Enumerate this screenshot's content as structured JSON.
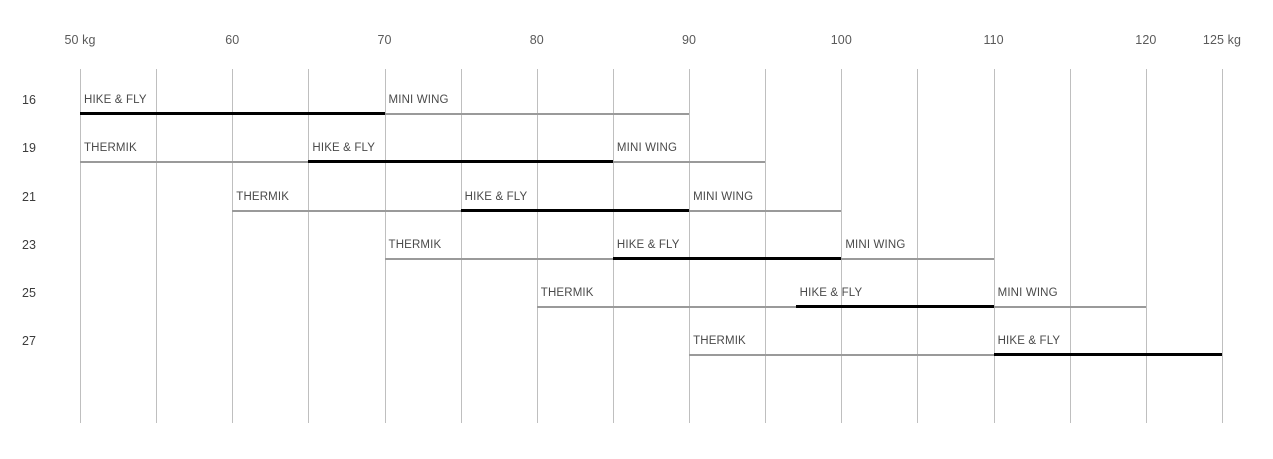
{
  "chart_data": {
    "type": "bar",
    "title": "",
    "subtitle": "",
    "xlabel": "",
    "ylabel": "",
    "xlim": [
      50,
      125
    ],
    "ylim": [
      0,
      6
    ],
    "grid": true,
    "legend_position": "none",
    "x_unit": "kg",
    "x_ticks": [
      50,
      55,
      60,
      65,
      70,
      75,
      80,
      85,
      90,
      95,
      100,
      105,
      110,
      115,
      120,
      125
    ],
    "x_tick_labels": [
      {
        "value": 50,
        "label": "50 kg",
        "shown": true
      },
      {
        "value": 55,
        "label": "",
        "shown": false
      },
      {
        "value": 60,
        "label": "60",
        "shown": true
      },
      {
        "value": 65,
        "label": "",
        "shown": false
      },
      {
        "value": 70,
        "label": "70",
        "shown": true
      },
      {
        "value": 75,
        "label": "",
        "shown": false
      },
      {
        "value": 80,
        "label": "80",
        "shown": true
      },
      {
        "value": 85,
        "label": "",
        "shown": false
      },
      {
        "value": 90,
        "label": "90",
        "shown": true
      },
      {
        "value": 95,
        "label": "",
        "shown": false
      },
      {
        "value": 100,
        "label": "100",
        "shown": true
      },
      {
        "value": 105,
        "label": "",
        "shown": false
      },
      {
        "value": 110,
        "label": "110",
        "shown": true
      },
      {
        "value": 115,
        "label": "",
        "shown": false
      },
      {
        "value": 120,
        "label": "120",
        "shown": true
      },
      {
        "value": 125,
        "label": "125 kg",
        "shown": true
      }
    ],
    "categories": [
      "16",
      "19",
      "21",
      "23",
      "25",
      "27"
    ],
    "series": [
      {
        "name": "THERMIK",
        "style": "extended",
        "color": "#9a9a9a",
        "values": [
          {
            "category": "16",
            "start": null,
            "end": null,
            "label": ""
          },
          {
            "category": "19",
            "start": 50,
            "end": 65,
            "label": "THERMIK"
          },
          {
            "category": "21",
            "start": 60,
            "end": 75,
            "label": "THERMIK"
          },
          {
            "category": "23",
            "start": 70,
            "end": 85,
            "label": "THERMIK"
          },
          {
            "category": "25",
            "start": 80,
            "end": 97,
            "label": "THERMIK"
          },
          {
            "category": "27",
            "start": 90,
            "end": 110,
            "label": "THERMIK"
          }
        ]
      },
      {
        "name": "HIKE & FLY",
        "style": "certified",
        "color": "#000000",
        "values": [
          {
            "category": "16",
            "start": 50,
            "end": 70,
            "label": "HIKE & FLY"
          },
          {
            "category": "19",
            "start": 65,
            "end": 85,
            "label": "HIKE & FLY"
          },
          {
            "category": "21",
            "start": 75,
            "end": 90,
            "label": "HIKE & FLY"
          },
          {
            "category": "23",
            "start": 85,
            "end": 100,
            "label": "HIKE & FLY"
          },
          {
            "category": "25",
            "start": 97,
            "end": 110,
            "label": "HIKE & FLY"
          },
          {
            "category": "27",
            "start": 110,
            "end": 125,
            "label": "HIKE & FLY"
          }
        ]
      },
      {
        "name": "MINI WING",
        "style": "extended",
        "color": "#9a9a9a",
        "values": [
          {
            "category": "16",
            "start": 70,
            "end": 90,
            "label": "MINI WING"
          },
          {
            "category": "19",
            "start": 85,
            "end": 95,
            "label": "MINI WING"
          },
          {
            "category": "21",
            "start": 90,
            "end": 100,
            "label": "MINI WING"
          },
          {
            "category": "23",
            "start": 100,
            "end": 110,
            "label": "MINI WING"
          },
          {
            "category": "25",
            "start": 110,
            "end": 120,
            "label": "MINI WING"
          },
          {
            "category": "27",
            "start": null,
            "end": null,
            "label": ""
          }
        ]
      }
    ],
    "captions": [
      {
        "row": "16",
        "text": "HIKE & FLY",
        "at": 50
      },
      {
        "row": "16",
        "text": "MINI WING",
        "at": 70
      },
      {
        "row": "19",
        "text": "THERMIK",
        "at": 50
      },
      {
        "row": "19",
        "text": "HIKE & FLY",
        "at": 65
      },
      {
        "row": "19",
        "text": "MINI WING",
        "at": 85
      },
      {
        "row": "21",
        "text": "THERMIK",
        "at": 60
      },
      {
        "row": "21",
        "text": "HIKE & FLY",
        "at": 75
      },
      {
        "row": "21",
        "text": "MINI WING",
        "at": 90
      },
      {
        "row": "23",
        "text": "THERMIK",
        "at": 70
      },
      {
        "row": "23",
        "text": "HIKE & FLY",
        "at": 85
      },
      {
        "row": "23",
        "text": "MINI WING",
        "at": 100
      },
      {
        "row": "25",
        "text": "THERMIK",
        "at": 80
      },
      {
        "row": "25",
        "text": "HIKE & FLY",
        "at": 97
      },
      {
        "row": "25",
        "text": "MINI WING",
        "at": 110
      },
      {
        "row": "27",
        "text": "THERMIK",
        "at": 90
      },
      {
        "row": "27",
        "text": "HIKE & FLY",
        "at": 110
      }
    ]
  },
  "colors": {
    "certified": "#000000",
    "extended": "#9a9a9a",
    "gridline": "#bfbfbf",
    "text": "#4a4a4a",
    "background": "#ffffff"
  }
}
